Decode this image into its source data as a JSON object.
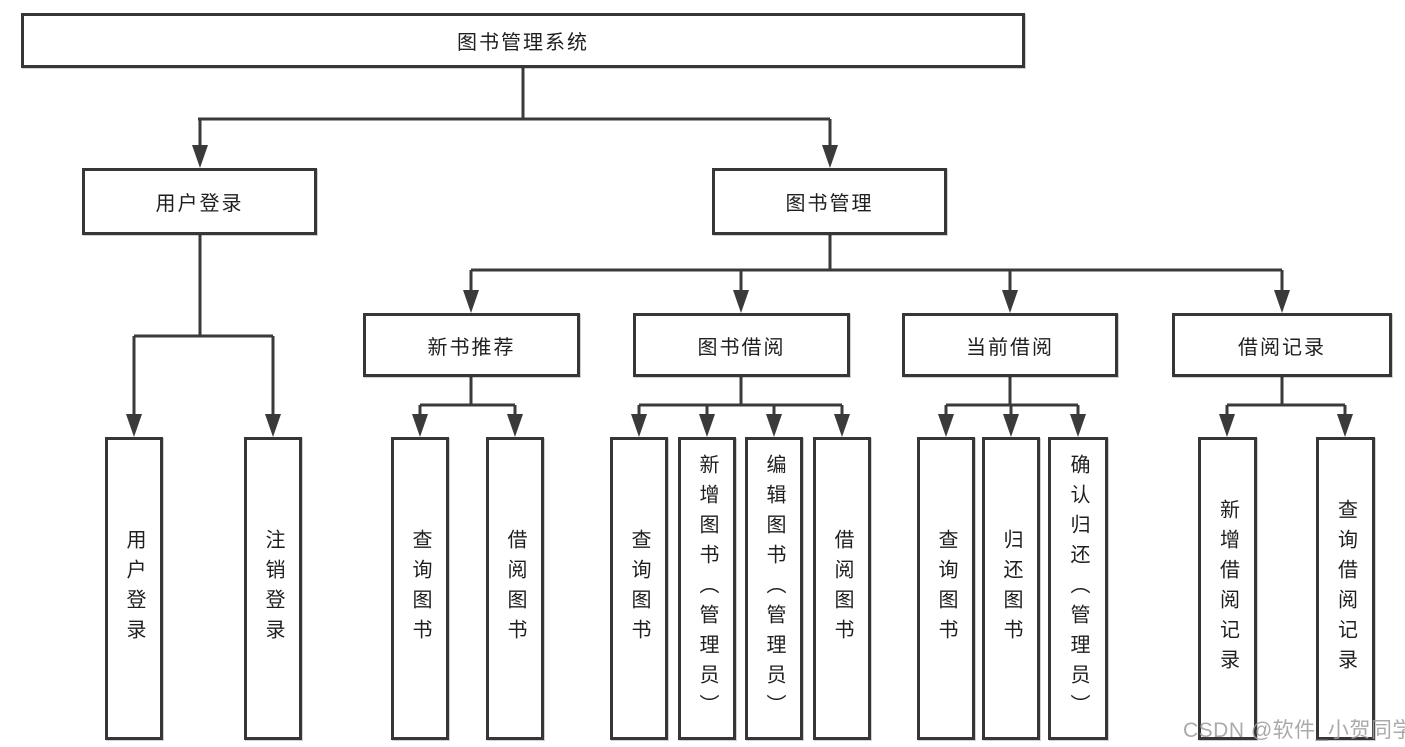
{
  "diagram": {
    "root": {
      "label": "图书管理系统"
    },
    "branches": {
      "user_login": {
        "label": "用户登录",
        "children": {
          "login": "用户登录",
          "logout": "注销登录"
        }
      },
      "book_mgmt": {
        "label": "图书管理",
        "sections": {
          "new_books": {
            "label": "新书推荐",
            "children": {
              "query": "查询图书",
              "borrow": "借阅图书"
            }
          },
          "borrowing": {
            "label": "图书借阅",
            "children": {
              "query": "查询图书",
              "add": "新增图书（管理员）",
              "edit": "编辑图书（管理员）",
              "borrow": "借阅图书"
            }
          },
          "current": {
            "label": "当前借阅",
            "children": {
              "query": "查询图书",
              "return": "归还图书",
              "confirm": "确认归还（管理员）"
            }
          },
          "records": {
            "label": "借阅记录",
            "children": {
              "add": "新增借阅记录",
              "query": "查询借阅记录"
            }
          }
        }
      }
    },
    "watermark": "CSDN @软件_小贺同学",
    "colors": {
      "line": "#3a3a3a",
      "border": "#363636",
      "watermark": "#9e9e9e"
    }
  }
}
